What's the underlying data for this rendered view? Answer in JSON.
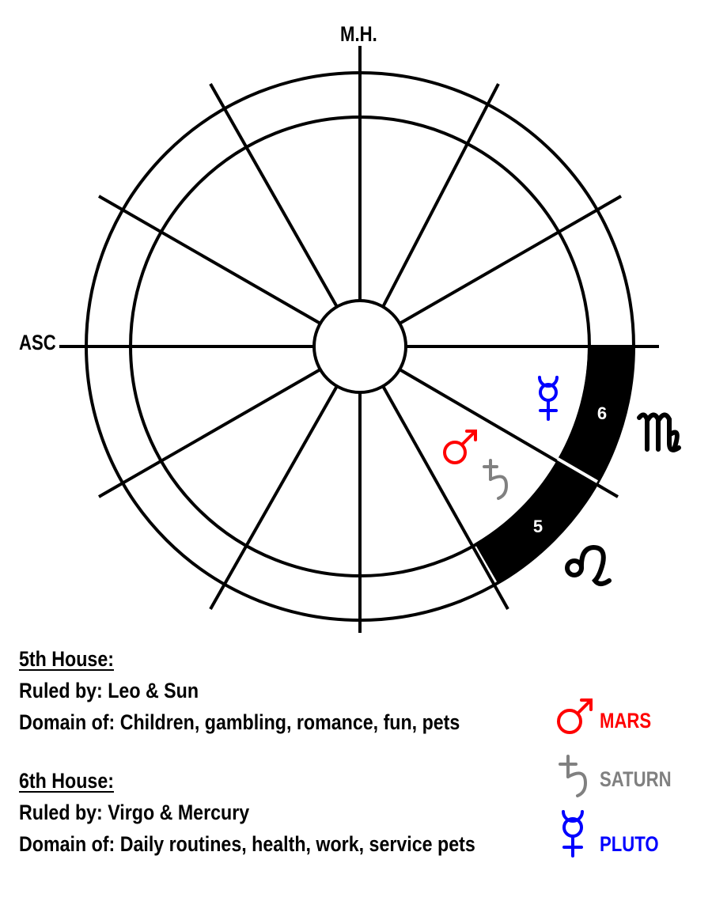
{
  "axes": {
    "mh_label": "M.H.",
    "asc_label": "ASC"
  },
  "houses": [
    {
      "number": "5",
      "sign": "Leo",
      "sign_glyph": "leo-glyph-icon"
    },
    {
      "number": "6",
      "sign": "Virgo",
      "sign_glyph": "virgo-glyph-icon"
    }
  ],
  "planets_in_chart": [
    {
      "name": "Pluto",
      "house": "6",
      "color": "#0000ff",
      "icon": "pluto-icon"
    },
    {
      "name": "Mars",
      "house": "5",
      "color": "#ff0000",
      "icon": "mars-icon"
    },
    {
      "name": "Saturn",
      "house": "5",
      "color": "#808080",
      "icon": "saturn-icon"
    }
  ],
  "text": {
    "house5_heading": "5th House: ",
    "house5_ruled": "Ruled by: Leo & Sun",
    "house5_domain": "Domain of: Children, gambling, romance, fun, pets",
    "house6_heading": "6th House: ",
    "house6_ruled": "Ruled by: Virgo & Mercury",
    "house6_domain": "Domain of: Daily routines, health, work, service pets"
  },
  "legend": [
    {
      "label": "MARS",
      "color": "#ff0000",
      "icon": "mars-icon"
    },
    {
      "label": "SATURN",
      "color": "#808080",
      "icon": "saturn-icon"
    },
    {
      "label": "PLUTO",
      "color": "#0000ff",
      "icon": "pluto-icon"
    }
  ]
}
